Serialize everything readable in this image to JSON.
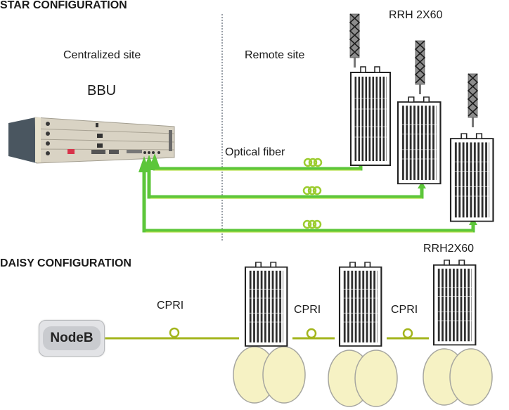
{
  "star": {
    "title": "STAR CONFIGURATION",
    "centralized_label": "Centralized site",
    "bbu_label": "BBU",
    "remote_label": "Remote site",
    "rrh_label": "RRH 2X60",
    "fiber_label": "Optical fiber",
    "rrh_count": 3,
    "fiber_links": 3
  },
  "daisy": {
    "title": "DAISY CONFIGURATION",
    "nodeb_label": "NodeB",
    "cpri_labels": [
      "CPRI",
      "CPRI",
      "CPRI"
    ],
    "rrh_label": "RRH2X60",
    "rrh_count": 3
  },
  "colors": {
    "fiber_green": "#5cc63a",
    "fiber_highlight": "#b7e04a",
    "cpri_olive": "#a3b51c",
    "ellipse_fill": "#f6f2c4",
    "ellipse_stroke": "#a6a6a0",
    "divider": "#9aa0a8"
  }
}
